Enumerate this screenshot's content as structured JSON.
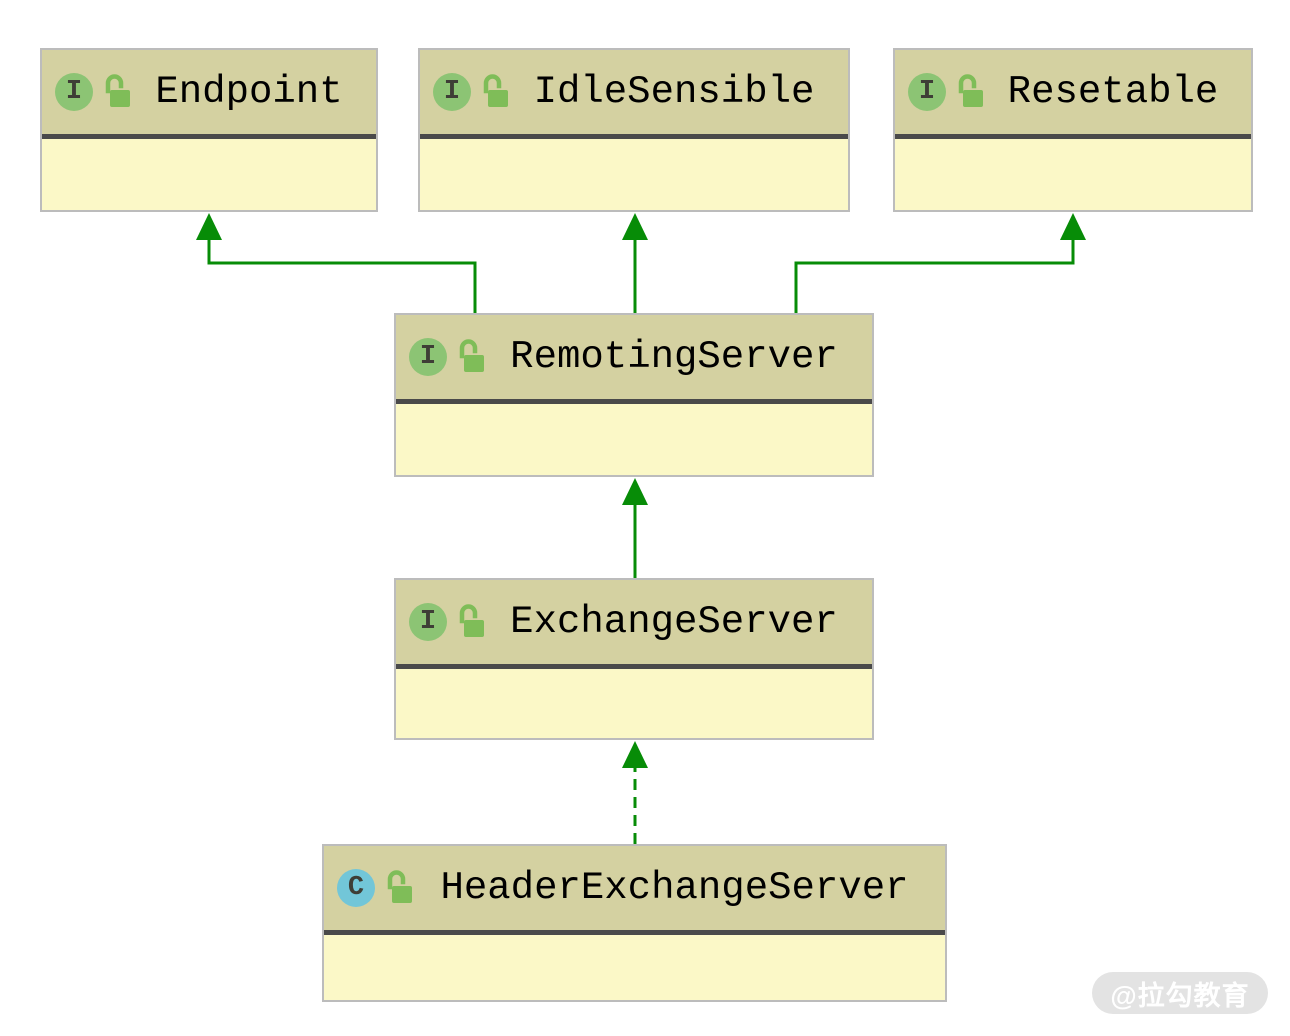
{
  "diagram": {
    "type": "uml-class-diagram",
    "watermark": "@拉勾教育",
    "colors": {
      "node-header-fill": "#d4d1a1",
      "node-body-fill": "#fbf8c7",
      "node-border": "#bcbcbc",
      "node-divider": "#4a4a4a",
      "edge-color": "#078c07",
      "interface-badge-fill": "#8cc474",
      "class-badge-fill": "#72c6d8",
      "badge-letter-color": "#3e3e36",
      "lock-color": "#7fbd58",
      "title-color": "#000000",
      "watermark-bg": "#e3e3e3",
      "watermark-text-color": "#ffffff"
    },
    "nodes": [
      {
        "label": "Endpoint",
        "badge": "I",
        "kind": "interface",
        "visibility": "public"
      },
      {
        "label": "IdleSensible",
        "badge": "I",
        "kind": "interface",
        "visibility": "public"
      },
      {
        "label": "Resetable",
        "badge": "I",
        "kind": "interface",
        "visibility": "public"
      },
      {
        "label": "RemotingServer",
        "badge": "I",
        "kind": "interface",
        "visibility": "public"
      },
      {
        "label": "ExchangeServer",
        "badge": "I",
        "kind": "interface",
        "visibility": "public"
      },
      {
        "label": "HeaderExchangeServer",
        "badge": "C",
        "kind": "class",
        "visibility": "public"
      }
    ],
    "edges": [
      {
        "from": "RemotingServer",
        "to": "Endpoint",
        "type": "extends",
        "line": "solid"
      },
      {
        "from": "RemotingServer",
        "to": "IdleSensible",
        "type": "extends",
        "line": "solid"
      },
      {
        "from": "RemotingServer",
        "to": "Resetable",
        "type": "extends",
        "line": "solid"
      },
      {
        "from": "ExchangeServer",
        "to": "RemotingServer",
        "type": "extends",
        "line": "solid"
      },
      {
        "from": "HeaderExchangeServer",
        "to": "ExchangeServer",
        "type": "implements",
        "line": "dashed"
      }
    ]
  }
}
